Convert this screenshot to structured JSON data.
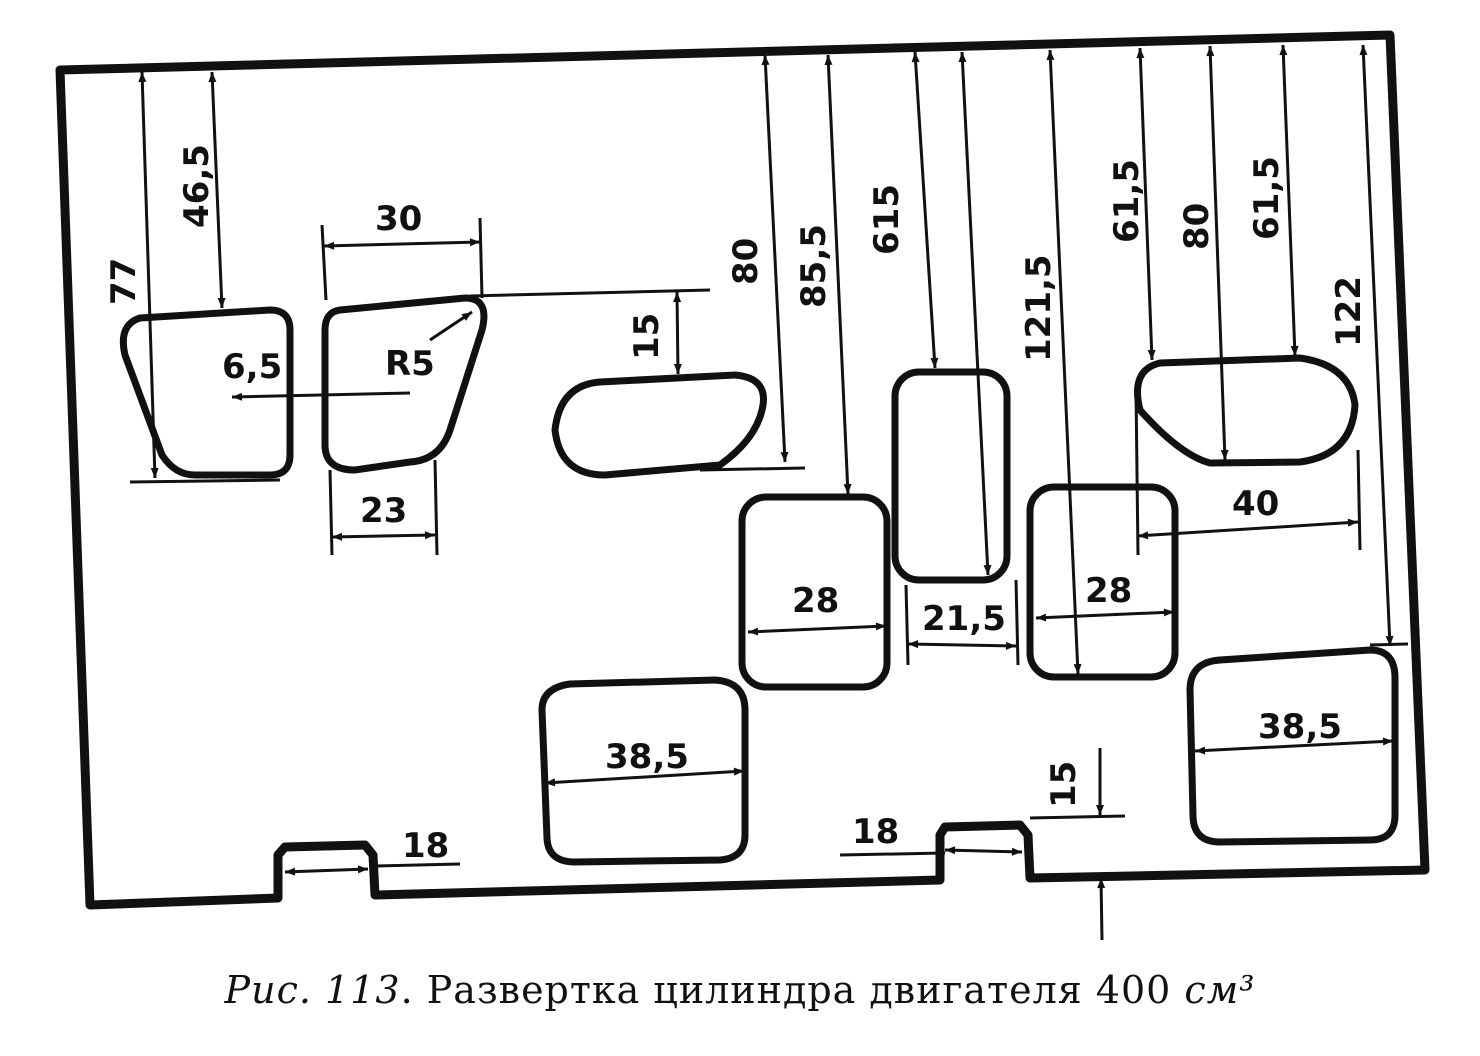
{
  "caption": {
    "prefix": "Рис. 113",
    "text": ". Развертка цилиндра двигателя 400 ",
    "unit": "см³"
  },
  "dimensions": {
    "d77": "77",
    "d46_5": "46,5",
    "d6_5": "6,5",
    "d30": "30",
    "r5": "R5",
    "d23": "23",
    "d15_slot": "15",
    "d80_a": "80",
    "d85_5": "85,5",
    "d615": "615",
    "d121_5": "121,5",
    "d61_5_a": "61,5",
    "d80_b": "80",
    "d61_5_b": "61,5",
    "d122": "122",
    "d28_a": "28",
    "d21_5": "21,5",
    "d28_b": "28",
    "d40": "40",
    "d38_5_a": "38,5",
    "d38_5_b": "38,5",
    "d18_a": "18",
    "d18_b": "18",
    "d15_notch": "15"
  }
}
